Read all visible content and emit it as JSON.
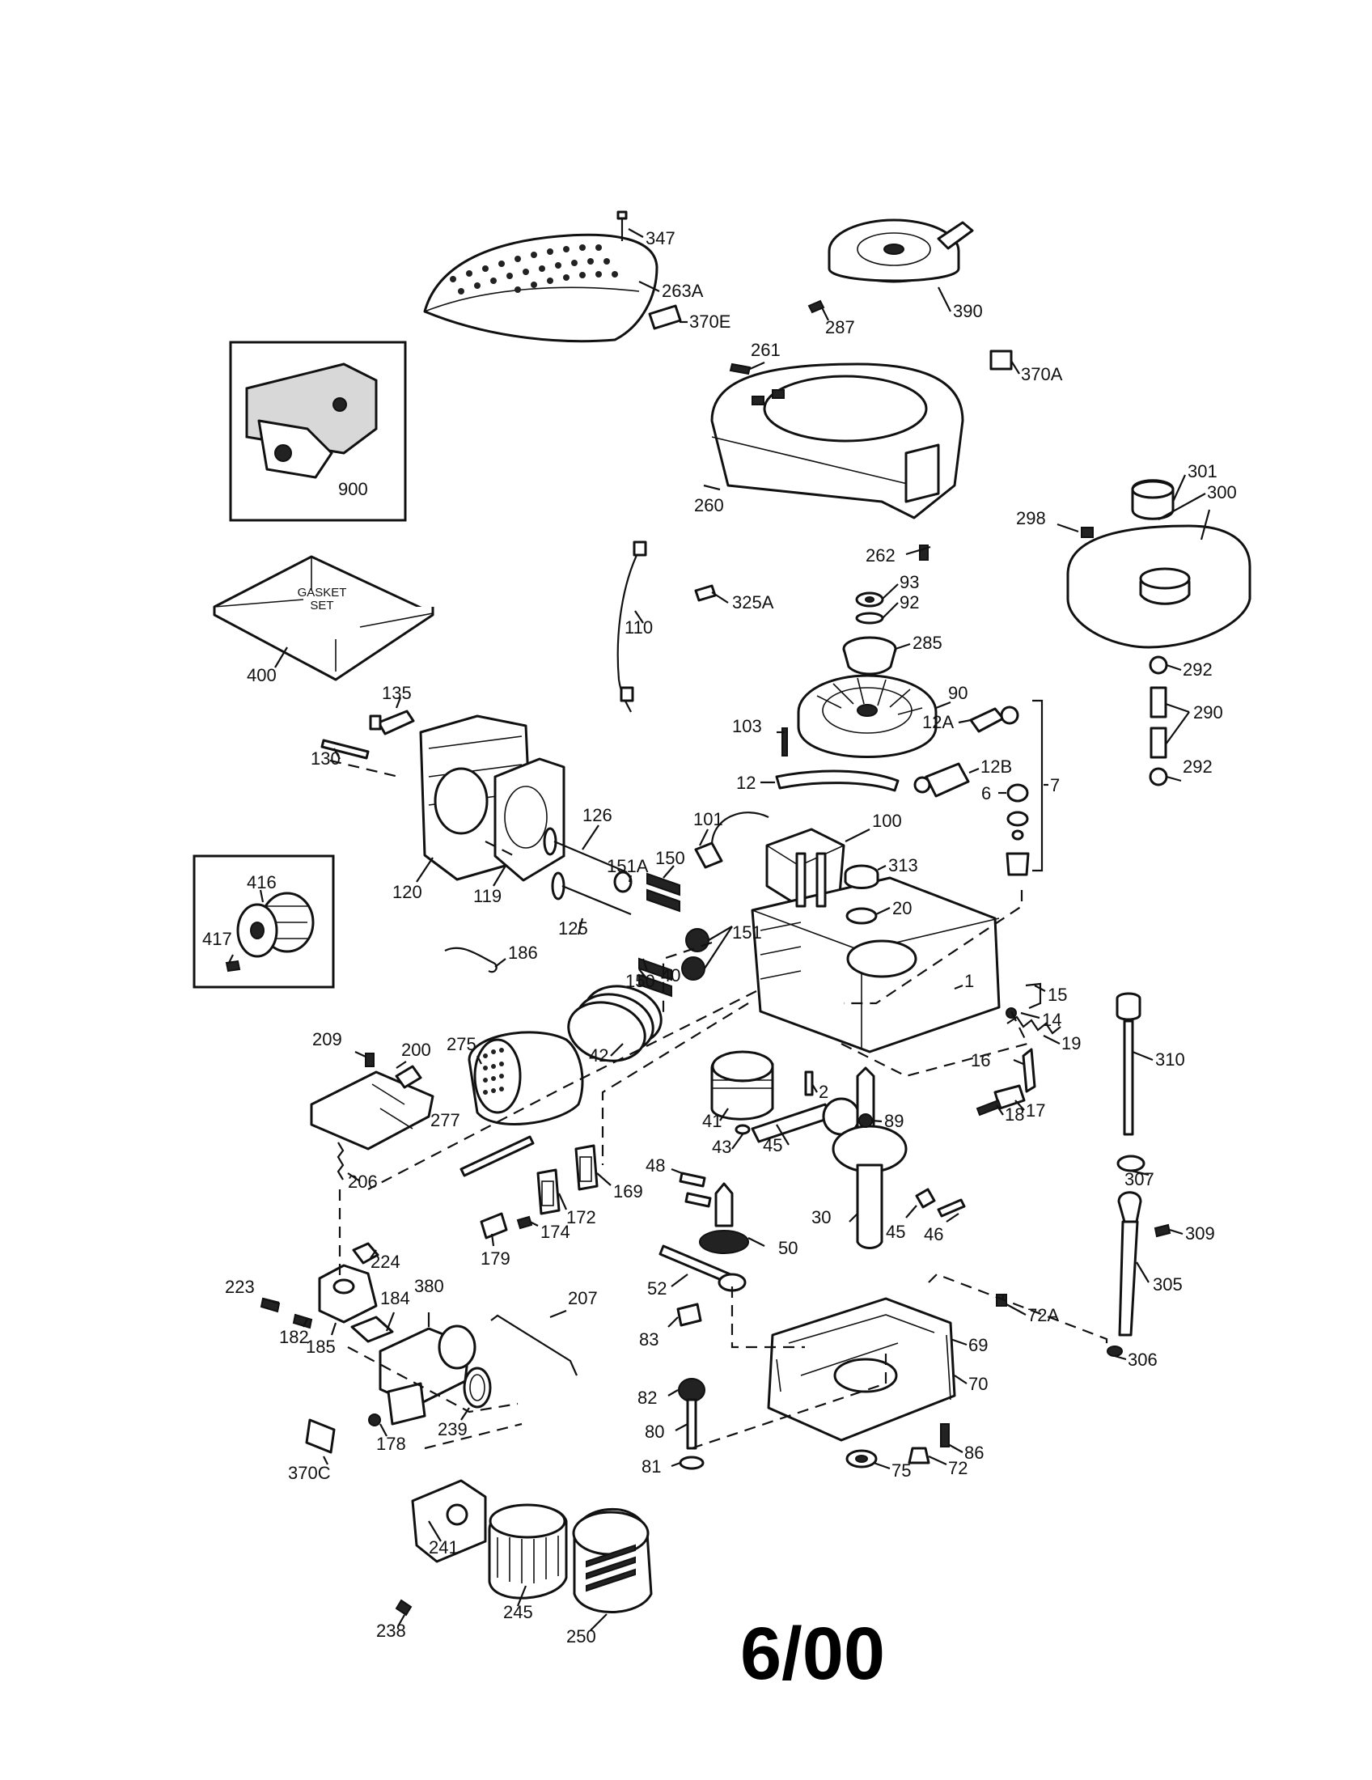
{
  "diagram": {
    "date_code": "6/00",
    "gasket_set_text": [
      "GASKET",
      "SET"
    ],
    "callouts": {
      "347": "347",
      "263A": "263A",
      "370E": "370E",
      "390": "390",
      "287": "287",
      "261": "261",
      "370A": "370A",
      "900": "900",
      "260": "260",
      "301": "301",
      "300": "300",
      "298": "298",
      "262": "262",
      "93": "93",
      "92": "92",
      "325A": "325A",
      "110": "110",
      "285": "285",
      "400": "400",
      "292a": "292",
      "290": "290",
      "135": "135",
      "90": "90",
      "103": "103",
      "12A": "12A",
      "292b": "292",
      "130": "130",
      "12": "12",
      "12B": "12B",
      "6": "6",
      "7": "7",
      "101": "101",
      "100": "100",
      "126": "126",
      "151A": "151A",
      "150a": "150",
      "120": "120",
      "119": "119",
      "313": "313",
      "416": "416",
      "151": "151",
      "125": "125",
      "20": "20",
      "417": "417",
      "186": "186",
      "150b": "150",
      "1": "1",
      "40": "40",
      "15": "15",
      "14": "14",
      "19": "19",
      "209": "209",
      "200": "200",
      "275": "275",
      "42": "42",
      "310": "310",
      "16": "16",
      "2": "2",
      "89": "89",
      "17": "17",
      "18": "18",
      "41": "41",
      "277": "277",
      "43": "43",
      "45a": "45",
      "206": "206",
      "48": "48",
      "169": "169",
      "307": "307",
      "172": "172",
      "30": "30",
      "45b": "45",
      "46": "46",
      "50": "50",
      "174": "174",
      "309": "309",
      "179": "179",
      "224": "224",
      "305": "305",
      "223": "223",
      "380": "380",
      "184": "184",
      "52": "52",
      "207": "207",
      "72A": "72A",
      "182": "182",
      "185": "185",
      "83": "83",
      "69": "69",
      "306": "306",
      "70": "70",
      "82": "82",
      "178": "178",
      "239": "239",
      "80": "80",
      "86": "86",
      "370C": "370C",
      "81": "81",
      "75": "75",
      "72": "72",
      "241": "241",
      "245": "245",
      "238": "238",
      "250": "250"
    }
  }
}
